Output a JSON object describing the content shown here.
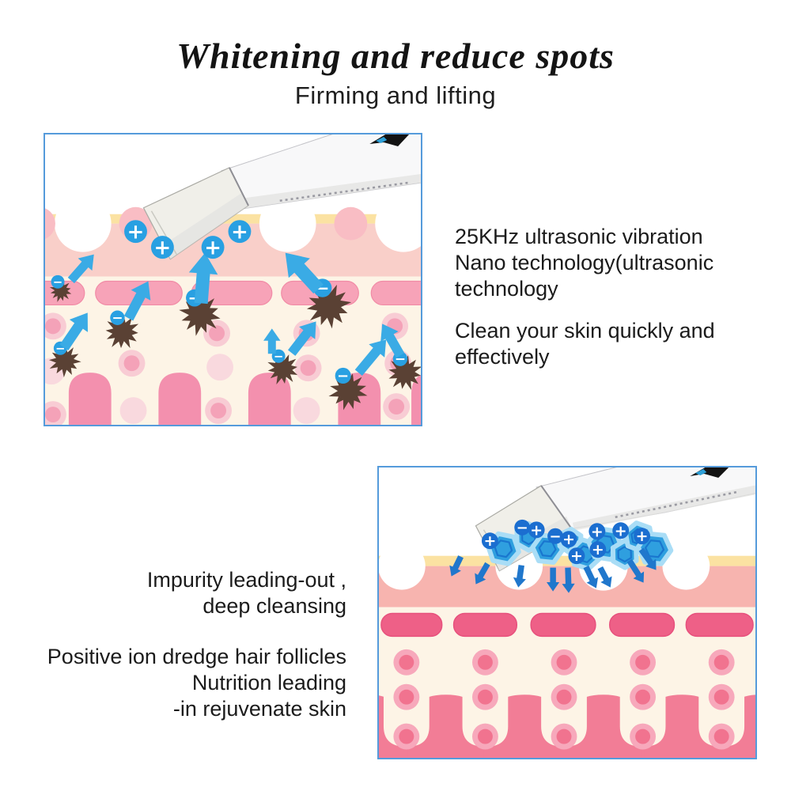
{
  "title": "Whitening and reduce spots",
  "subtitle": "Firming and lifting",
  "feature_top": {
    "para1": "25KHz ultrasonic vibration\nNano technology(ultrasonic\ntechnology",
    "para2": "Clean your skin quickly and\neffectively"
  },
  "feature_bottom": {
    "para1": "Impurity leading-out ,\ndeep cleansing",
    "para2": "Positive ion dredge hair follicles\nNutrition leading\n-in rejuvenate skin"
  },
  "icons": {
    "positive_ion": "+",
    "negative_ion": "−"
  },
  "colors": {
    "frame_border": "#559bdb",
    "text_color": "#1b1b1b",
    "skin_yellow": "#fbe2a2",
    "skin_cream": "#fdf4e6",
    "skin_pink_band1": "#f9cfc9",
    "skin_pink_band2": "#f7b4af",
    "scallop_pink": "#f9bdc4",
    "pill_pink_light": "#f7a3b8",
    "pill_light_stroke": "#f18ba6",
    "pill_pink_dark": "#ee6087",
    "pill_dark_stroke": "#e7517d",
    "circle_ring1": "#f8ccd4",
    "circle_center1": "#f4a2b8",
    "circle_pale": "#f9d9de",
    "circle_ring2": "#f7a8bb",
    "circle_center2": "#f1738f",
    "finger_pink": "#f390ae",
    "wave_pink": "#f27d96",
    "impurity_brown": "#5a4134",
    "arrow_blue": "#3aabe5",
    "arrow_dark_blue": "#2077cc",
    "ion_circle_blue": "#29a0e2",
    "ion_dark_blue": "#1b6ed0",
    "hex_blue": "#2f9fdf",
    "hex_light": "#a9ddf6",
    "hex_line": "#1976cf",
    "device_white": "#f8f8f9"
  }
}
